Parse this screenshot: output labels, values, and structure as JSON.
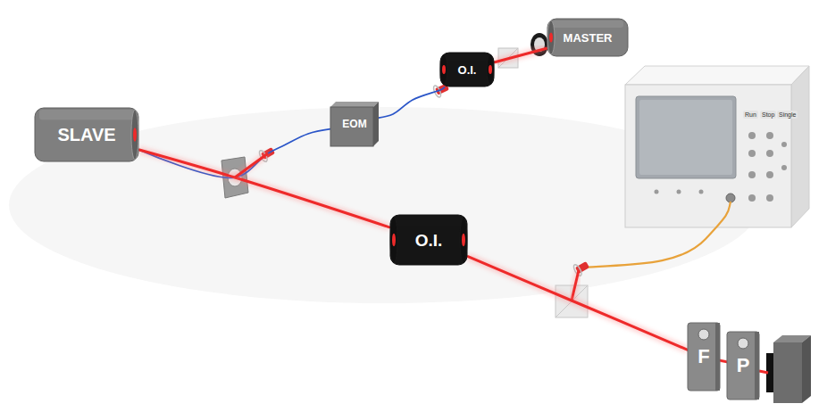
{
  "diagram": {
    "nodes": [
      {
        "text": [
          "SLAVE"
        ]
      },
      {
        "text": [
          "MASTER"
        ]
      },
      {
        "text": [
          "O.I."
        ]
      },
      {
        "text": [
          "EOM"
        ]
      },
      {
        "text": [
          "O.I."
        ]
      },
      {
        "text": [
          "F"
        ]
      },
      {
        "text": [
          "P"
        ]
      }
    ],
    "edges": [
      {
        "from": 1,
        "to": 2,
        "arrow": "none"
      },
      {
        "from": 2,
        "to": 3,
        "arrow": "none"
      },
      {
        "from": 3,
        "to": 0,
        "arrow": "none"
      },
      {
        "from": 0,
        "to": 4,
        "arrow": "none"
      },
      {
        "from": 4,
        "to": 5,
        "arrow": "none"
      },
      {
        "from": 5,
        "to": 6,
        "arrow": "none"
      }
    ],
    "labels": [
      "Run",
      "Stop",
      "Single"
    ]
  }
}
